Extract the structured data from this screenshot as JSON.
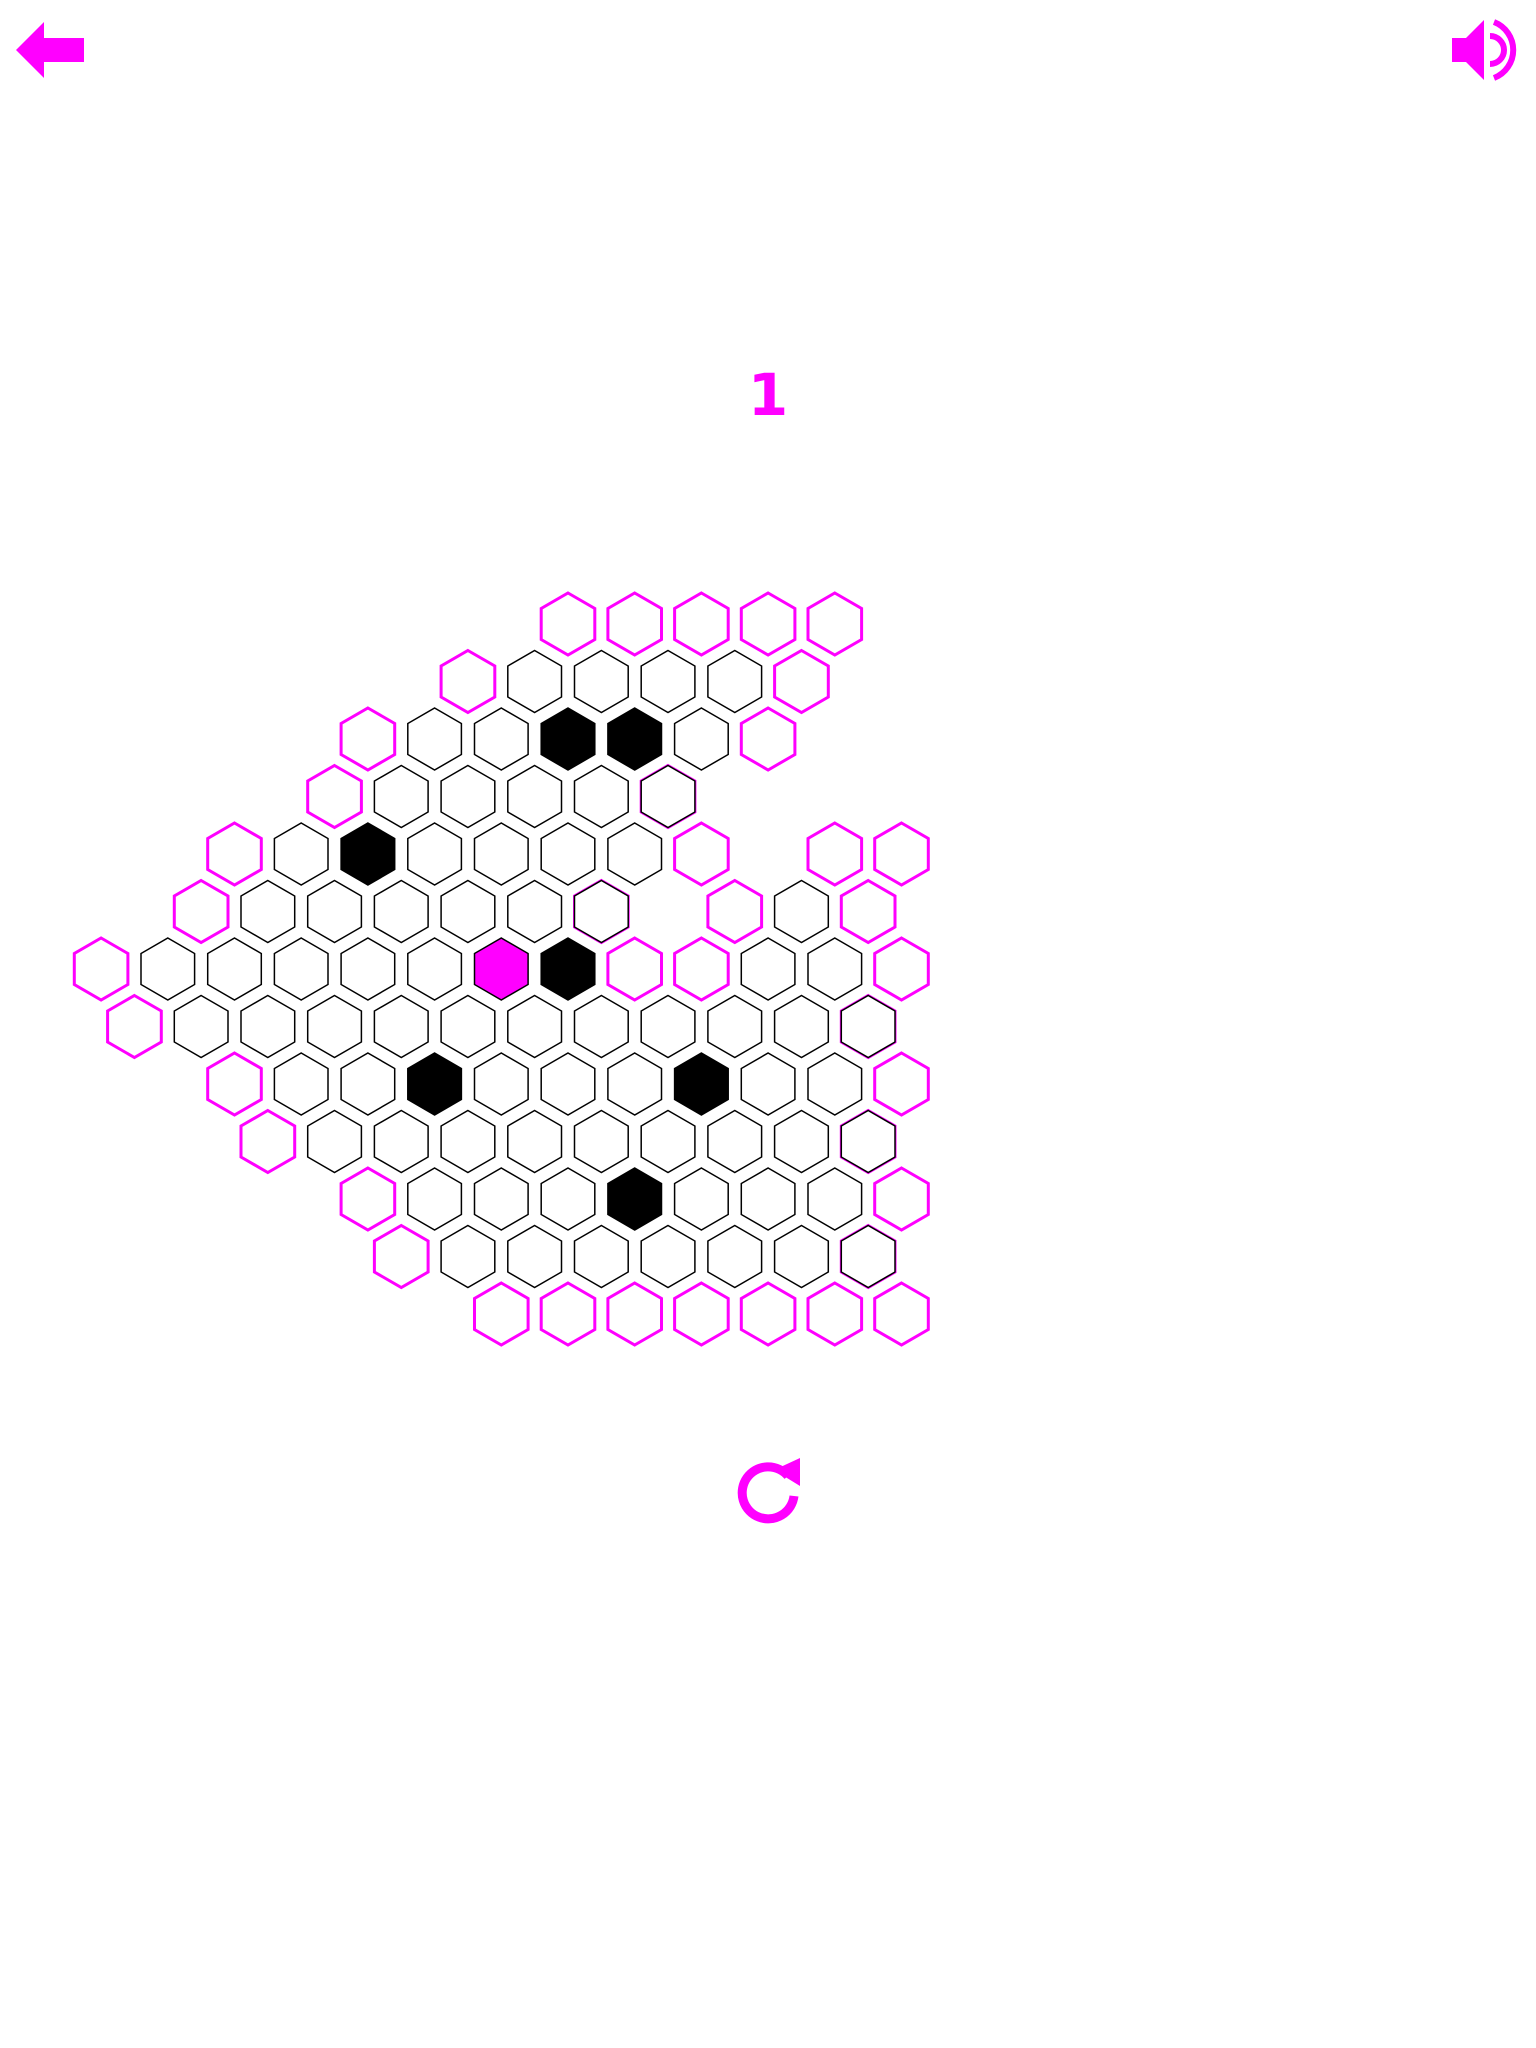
{
  "app": {
    "accent_color": "#ff00ff",
    "cell_empty_fill": "#ffffff",
    "cell_stroke": "#000000",
    "cell_blocked_fill": "#000000",
    "cat_fill": "#ff00ff"
  },
  "header": {
    "back_icon": "arrow-left-icon",
    "sound_icon": "speaker-icon"
  },
  "level": {
    "number": "1"
  },
  "board": {
    "rows": [
      {
        "exits": [
          0,
          1,
          2,
          3,
          4
        ],
        "inner": []
      },
      {
        "exits": [
          -1,
          4
        ],
        "inner": [
          0,
          1,
          2,
          3
        ],
        "blocked": []
      },
      {
        "exits": [
          -2,
          4
        ],
        "inner": [
          -1,
          0,
          1,
          2,
          3
        ],
        "blocked": [
          1,
          2
        ]
      },
      {
        "exits": [
          -2,
          3
        ],
        "inner": [
          -1,
          0,
          1,
          2,
          3
        ],
        "blocked": []
      },
      {
        "exits": [
          -3,
          4,
          6,
          7
        ],
        "inner": [
          -2,
          -1,
          0,
          1,
          2,
          3
        ],
        "blocked": [
          -1
        ]
      },
      {
        "exits": [
          -3,
          3,
          5,
          7
        ],
        "inner": [
          -2,
          -1,
          0,
          1,
          2,
          3,
          6
        ],
        "blocked": []
      },
      {
        "exits": [
          -4,
          4,
          5,
          8
        ],
        "inner": [
          -3,
          -2,
          -1,
          0,
          1,
          2,
          3,
          6,
          7
        ],
        "blocked": [
          3
        ],
        "cat": 2
      },
      {
        "exits": [
          -4,
          7
        ],
        "inner": [
          -3,
          -2,
          -1,
          0,
          1,
          2,
          3,
          4,
          5,
          6,
          7
        ],
        "blocked": []
      },
      {
        "exits": [
          -3,
          7
        ],
        "inner": [
          -2,
          -1,
          0,
          1,
          2,
          3,
          4,
          5,
          6
        ],
        "blocked": [
          0,
          4
        ]
      },
      {
        "exits": [
          -3,
          6
        ],
        "inner": [
          -2,
          -1,
          0,
          1,
          2,
          3,
          4,
          5,
          6
        ],
        "blocked": []
      },
      {
        "exits": [
          -2,
          6
        ],
        "inner": [
          -1,
          0,
          1,
          2,
          3,
          4,
          5
        ],
        "blocked": [
          2
        ]
      },
      {
        "exits": [
          -2,
          5
        ],
        "inner": [
          -1,
          0,
          1,
          2,
          3,
          4,
          5
        ],
        "blocked": []
      },
      {
        "exits": [
          -1,
          0,
          1,
          2,
          3,
          4,
          5
        ],
        "inner": []
      }
    ]
  },
  "footer": {
    "restart_icon": "restart-icon"
  }
}
